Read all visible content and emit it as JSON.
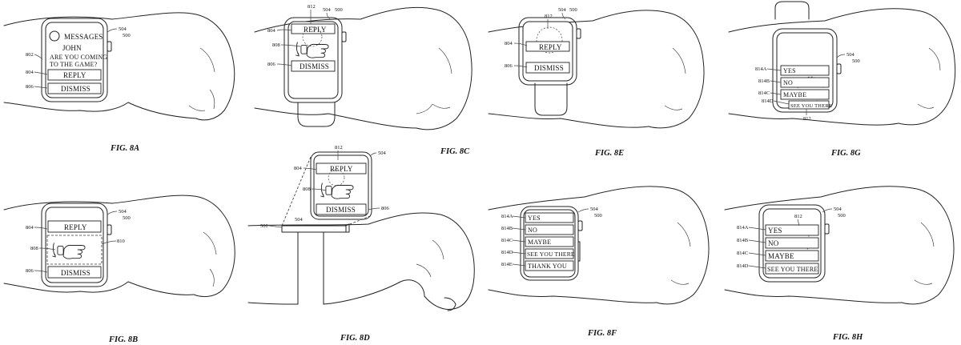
{
  "refs": {
    "r504": "504",
    "r500": "500",
    "r802": "802",
    "r804": "804",
    "r806": "806",
    "r808": "808",
    "r810": "810",
    "r812": "812",
    "r814a": "814A",
    "r814b": "814B",
    "r814c": "814C",
    "r814d": "814D",
    "r814e": "814E"
  },
  "fig8a": {
    "caption": "FIG. 8A",
    "app_title": "MESSAGES",
    "sender": "JOHN",
    "message_line1": "ARE YOU COMING",
    "message_line2": "TO THE GAME?",
    "reply_label": "REPLY",
    "dismiss_label": "DISMISS"
  },
  "fig8b": {
    "caption": "FIG. 8B",
    "reply_label": "REPLY",
    "dismiss_label": "DISMISS"
  },
  "fig8c": {
    "caption": "FIG. 8C",
    "reply_label": "REPLY",
    "dismiss_label": "DISMISS"
  },
  "fig8d": {
    "caption": "FIG. 8D",
    "reply_label": "REPLY",
    "dismiss_label": "DISMISS"
  },
  "fig8e": {
    "caption": "FIG. 8E",
    "reply_label": "REPLY",
    "dismiss_label": "DISMISS"
  },
  "fig8f": {
    "caption": "FIG. 8F",
    "options": [
      "YES",
      "NO",
      "MAYBE",
      "SEE YOU THERE",
      "THANK YOU"
    ]
  },
  "fig8g": {
    "caption": "FIG. 8G",
    "options": [
      "YES",
      "NO",
      "MAYBE",
      "SEE YOU THERE"
    ]
  },
  "fig8h": {
    "caption": "FIG. 8H",
    "options": [
      "YES",
      "NO",
      "MAYBE",
      "SEE YOU THERE"
    ]
  }
}
